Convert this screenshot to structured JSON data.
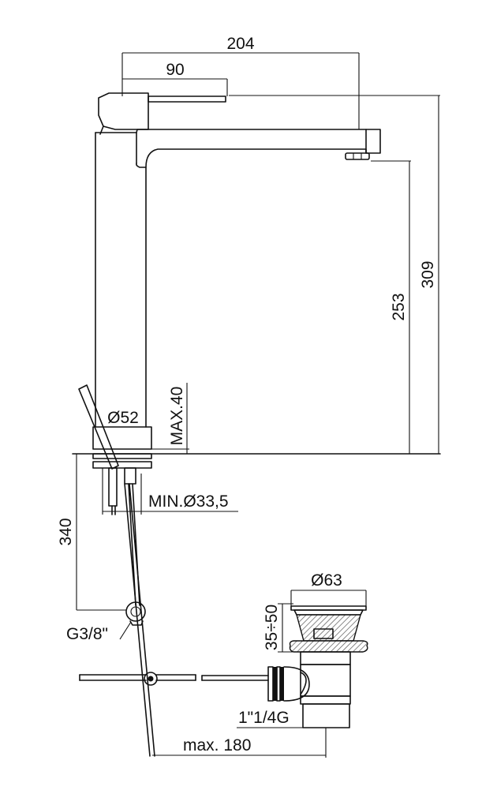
{
  "dimensions": {
    "total_spout_reach": "204",
    "lever_reach": "90",
    "total_height": "309",
    "spout_height": "253",
    "body_diameter": "Ø52",
    "max_deck_thickness": "MAX.40",
    "min_hole_diameter": "MIN.Ø33,5",
    "hose_length": "340",
    "connection_thread": "G3/8\"",
    "waste_diameter": "Ø63",
    "waste_height_range": "35÷50",
    "waste_thread": "1\"1/4G",
    "max_rod_length": "max. 180"
  },
  "colors": {
    "line": "#111111",
    "background": "#ffffff"
  }
}
